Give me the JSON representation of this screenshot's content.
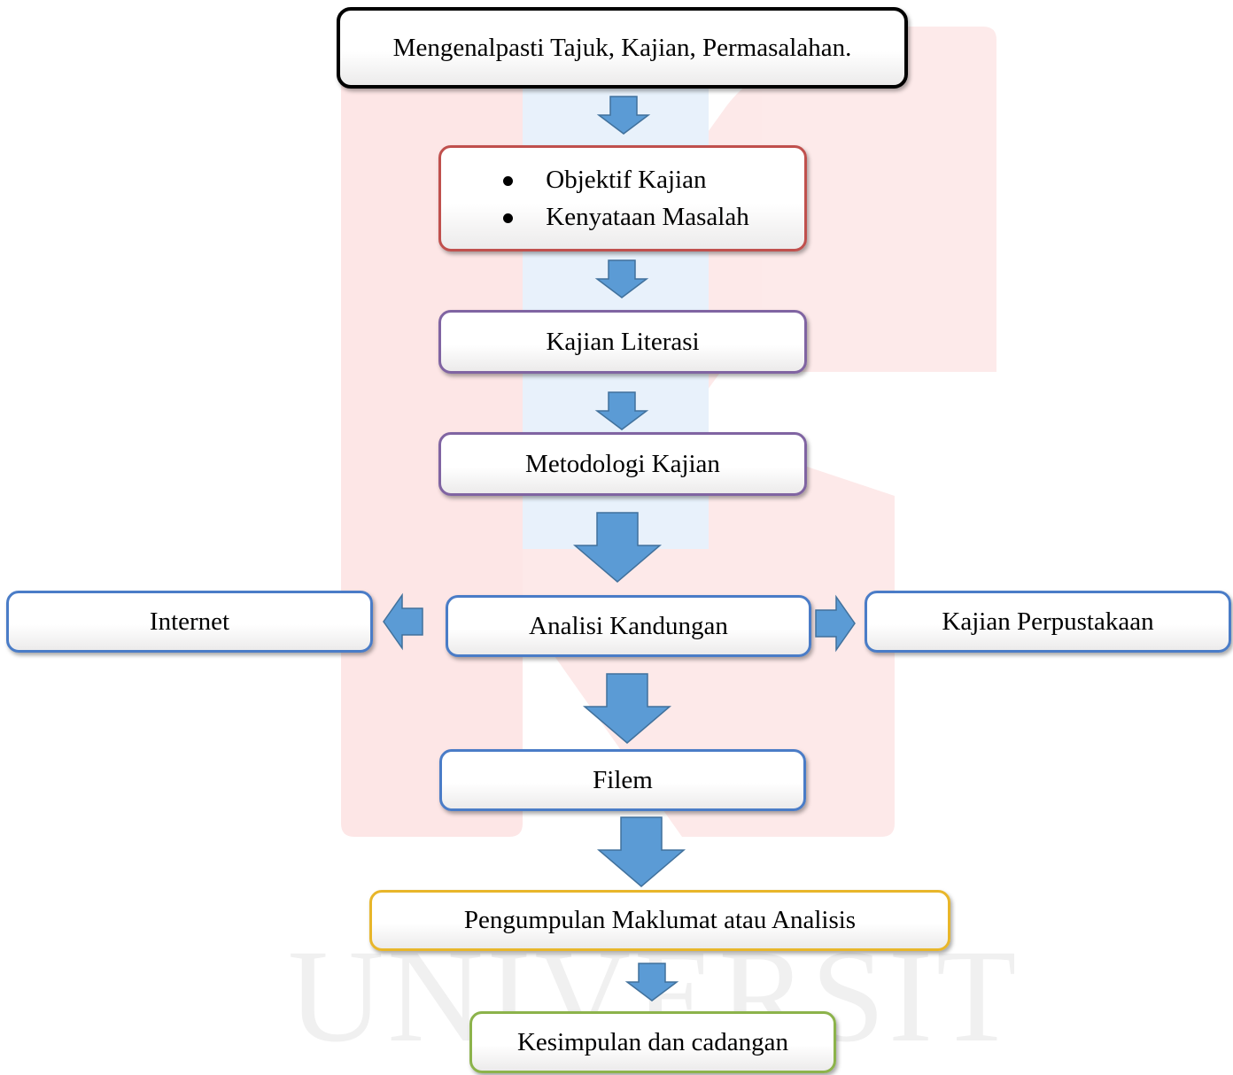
{
  "flowchart": {
    "title_box": "Mengenalpasti Tajuk, Kajian, Permasalahan.",
    "objectives": [
      "Objektif Kajian",
      "Kenyataan Masalah"
    ],
    "literature": "Kajian Literasi",
    "methodology": "Metodologi Kajian",
    "content_analysis": "Analisi Kandungan",
    "internet": "Internet",
    "library": "Kajian Perpustakaan",
    "film": "Filem",
    "data_collection": "Pengumpulan Maklumat atau Analisis",
    "conclusion": "Kesimpulan dan cadangan"
  },
  "watermark": {
    "text": "UNIVERSITI"
  },
  "colors": {
    "arrow_fill": "#5b9bd5",
    "arrow_stroke": "#41719c",
    "watermark_red": "#fde6e6",
    "watermark_blue": "#e8f1fb",
    "border_red": "#c0504d",
    "border_purple": "#8064a2",
    "border_blue": "#4a7cc7",
    "border_gold": "#e8b62a",
    "border_green": "#8cb34b"
  }
}
